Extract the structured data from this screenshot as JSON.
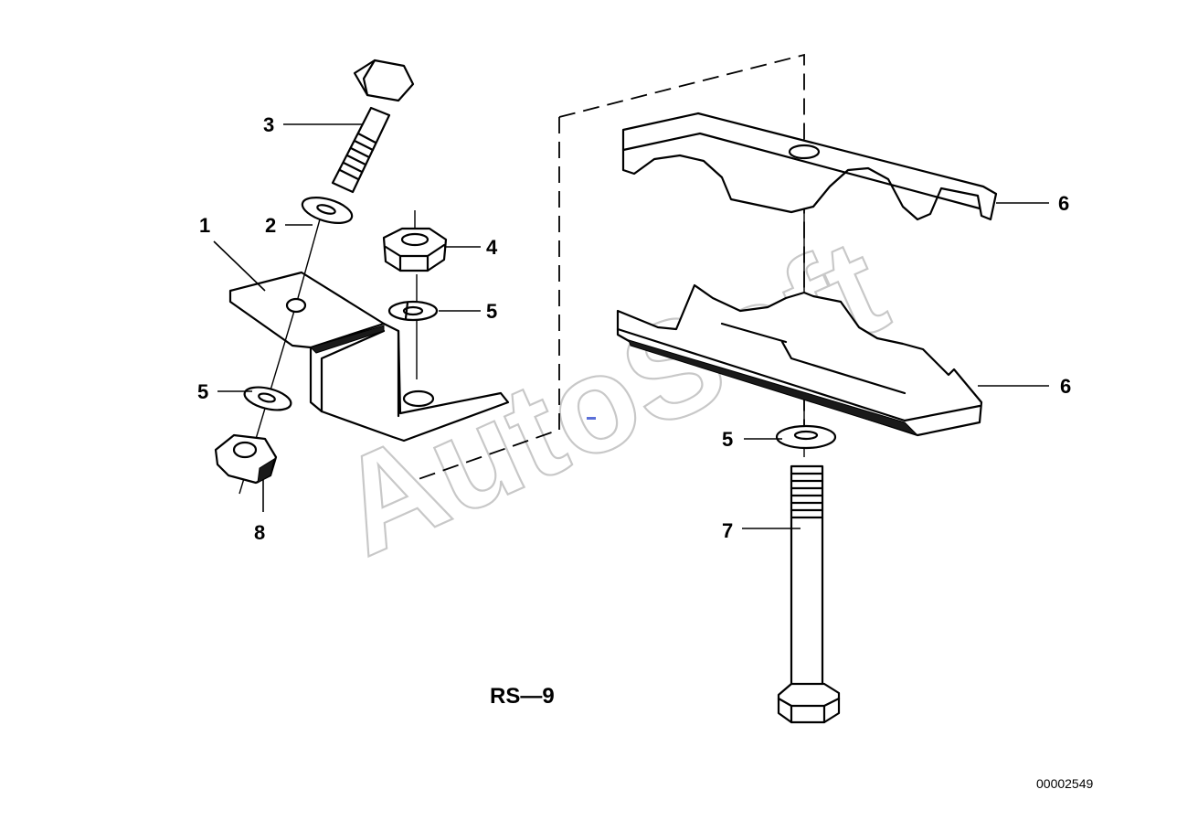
{
  "callouts": [
    "1",
    "2",
    "3",
    "4",
    "5",
    "5",
    "5",
    "6",
    "6",
    "7",
    "8"
  ],
  "diagram_code": "RS—9",
  "reference_number": "00002549",
  "watermark": "AutoSoft",
  "colors": {
    "line": "#000000",
    "background": "#ffffff",
    "watermark": "#c8c8c8",
    "marker": "#5a6fd8"
  }
}
